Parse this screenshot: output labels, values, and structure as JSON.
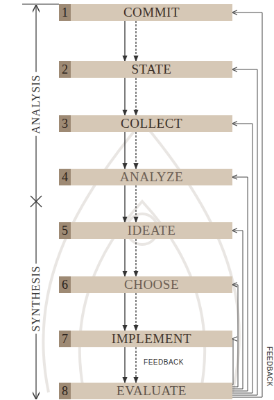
{
  "diagram": {
    "nodes": [
      {
        "text": [
          "1",
          "COMMIT"
        ]
      },
      {
        "text": [
          "2",
          "STATE"
        ]
      },
      {
        "text": [
          "3",
          "COLLECT"
        ]
      },
      {
        "text": [
          "4",
          "ANALYZE"
        ]
      },
      {
        "text": [
          "5",
          "IDEATE"
        ]
      },
      {
        "text": [
          "6",
          "CHOOSE"
        ]
      },
      {
        "text": [
          "7",
          "IMPLEMENT"
        ]
      },
      {
        "text": [
          "8",
          "EVALUATE"
        ]
      }
    ],
    "edges": [
      {
        "from": 0,
        "to": 1,
        "arrow": "to"
      },
      {
        "from": 0,
        "to": 1,
        "arrow": "to"
      },
      {
        "from": 1,
        "to": 2,
        "arrow": "to"
      },
      {
        "from": 1,
        "to": 2,
        "arrow": "to"
      },
      {
        "from": 2,
        "to": 3,
        "arrow": "to"
      },
      {
        "from": 2,
        "to": 3,
        "arrow": "to"
      },
      {
        "from": 3,
        "to": 4,
        "arrow": "to"
      },
      {
        "from": 3,
        "to": 4,
        "arrow": "to"
      },
      {
        "from": 4,
        "to": 5,
        "arrow": "to"
      },
      {
        "from": 4,
        "to": 5,
        "arrow": "to"
      },
      {
        "from": 5,
        "to": 6,
        "arrow": "to"
      },
      {
        "from": 5,
        "to": 6,
        "arrow": "to"
      },
      {
        "from": 6,
        "to": 7,
        "arrow": "to"
      },
      {
        "from": 6,
        "to": 7,
        "arrow": "to"
      },
      {
        "from": 7,
        "to": 0,
        "arrow": "to"
      },
      {
        "from": 7,
        "to": 1,
        "arrow": "to"
      },
      {
        "from": 7,
        "to": 2,
        "arrow": "to"
      },
      {
        "from": 7,
        "to": 3,
        "arrow": "to"
      },
      {
        "from": 7,
        "to": 4,
        "arrow": "to"
      },
      {
        "from": 7,
        "to": 5,
        "arrow": "to"
      },
      {
        "from": 7,
        "to": 6,
        "arrow": "to"
      }
    ],
    "labels": [
      "ANALYSIS",
      "SYNTHESIS",
      "FEEDBACK",
      "FEEDBACK"
    ]
  }
}
